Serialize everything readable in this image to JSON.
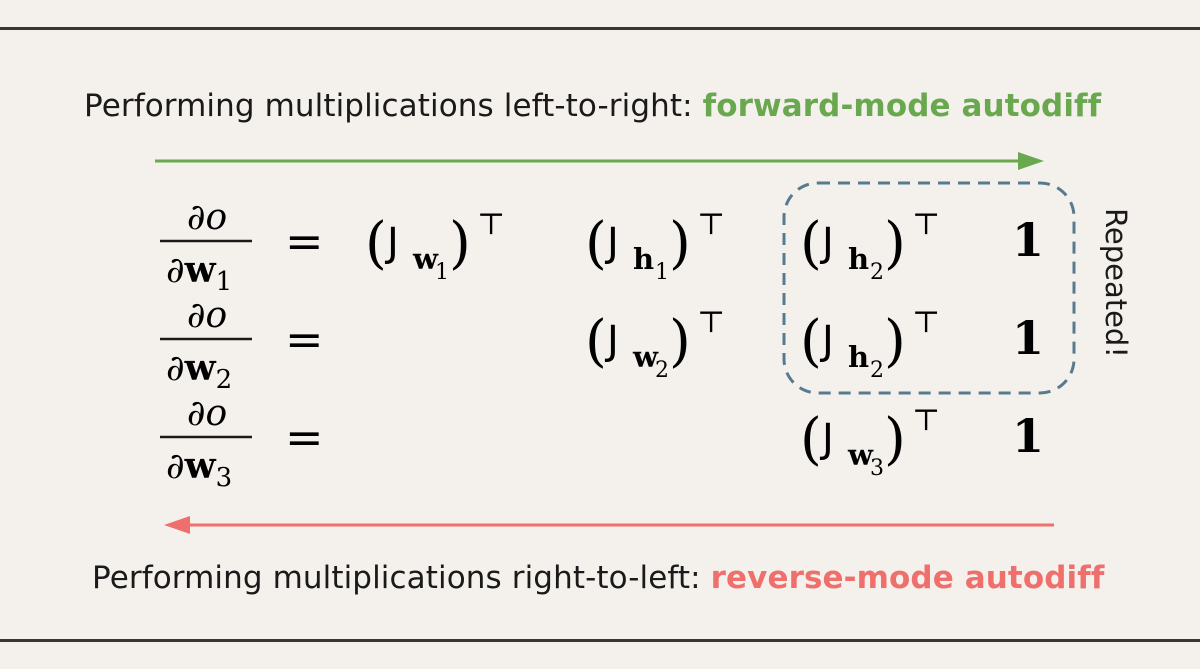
{
  "top_caption": {
    "prefix": "Performing multiplications left-to-right: ",
    "mode": "forward-mode autodiff",
    "color": "#6aa84f"
  },
  "bottom_caption": {
    "prefix": "Performing multiplications right-to-left: ",
    "mode": "reverse-mode autodiff",
    "color": "#ef6f6c"
  },
  "repeated_label": "Repeated!",
  "equations": [
    {
      "numerator": "∂o",
      "denominator": "∂w",
      "denominator_sub": "1",
      "equals": "=",
      "terms": [
        {
          "base": "J",
          "sub": "w",
          "subsub": "1",
          "sup": "⊤"
        },
        {
          "base": "J",
          "sub": "h",
          "subsub": "1",
          "sup": "⊤"
        },
        {
          "base": "J",
          "sub": "h",
          "subsub": "2",
          "sup": "⊤"
        }
      ],
      "one": "1"
    },
    {
      "numerator": "∂o",
      "denominator": "∂w",
      "denominator_sub": "2",
      "equals": "=",
      "terms": [
        {
          "base": "J",
          "sub": "w",
          "subsub": "2",
          "sup": "⊤"
        },
        {
          "base": "J",
          "sub": "h",
          "subsub": "2",
          "sup": "⊤"
        }
      ],
      "one": "1"
    },
    {
      "numerator": "∂o",
      "denominator": "∂w",
      "denominator_sub": "3",
      "equals": "=",
      "terms": [
        {
          "base": "J",
          "sub": "w",
          "subsub": "3",
          "sup": "⊤"
        }
      ],
      "one": "1"
    }
  ],
  "colors": {
    "forward_arrow": "#6aa84f",
    "reverse_arrow": "#ef6f6c",
    "repeated_box": "#587a8f",
    "text": "#1a1a1a"
  }
}
